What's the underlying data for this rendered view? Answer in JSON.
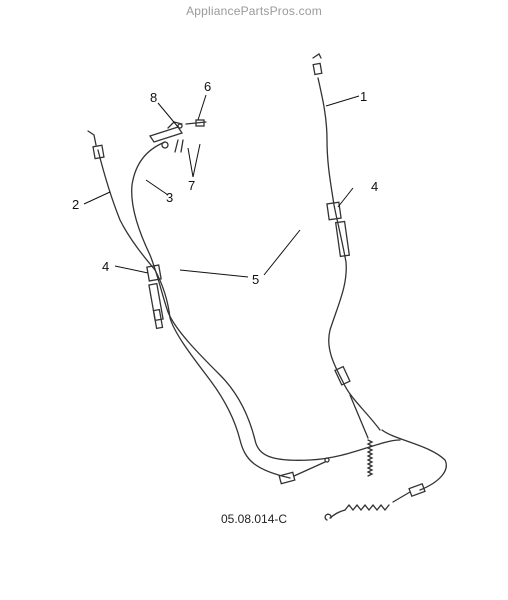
{
  "watermark": "AppliancePartsPros.com",
  "diagram_code": "05.08.014-C",
  "callouts": [
    "1",
    "2",
    "3",
    "4",
    "4",
    "5",
    "6",
    "7",
    "8"
  ],
  "colors": {
    "line": "#333333",
    "text": "#111111",
    "watermark": "#9a9a9a"
  }
}
